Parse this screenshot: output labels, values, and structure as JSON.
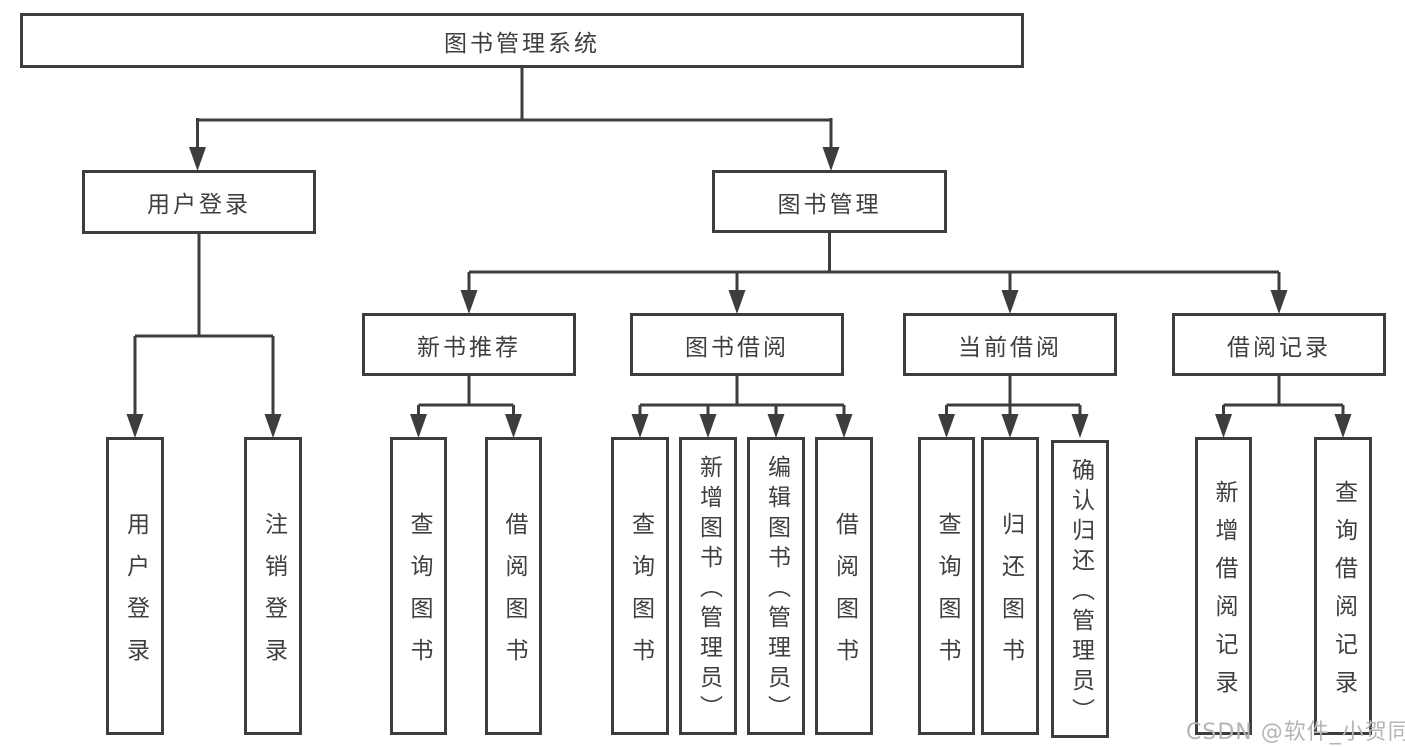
{
  "diagram": {
    "type": "hierarchy-chart",
    "line_color": "#3d3d3d",
    "text_color": "#3f3f3f",
    "background_color": "#ffffff",
    "nodes": {
      "root": {
        "label": "图书管理系统"
      },
      "user_login": {
        "label": "用户登录"
      },
      "book_mgmt": {
        "label": "图书管理"
      },
      "login_user": {
        "label": "用户登录"
      },
      "login_logout": {
        "label": "注销登录"
      },
      "new_rec": {
        "label": "新书推荐"
      },
      "new_rec_query": {
        "label": "查询图书"
      },
      "new_rec_borrow": {
        "label": "借阅图书"
      },
      "borrow": {
        "label": "图书借阅"
      },
      "borrow_query": {
        "label": "查询图书"
      },
      "borrow_add": {
        "label": "新增图书（管理员）"
      },
      "borrow_edit": {
        "label": "编辑图书（管理员）"
      },
      "borrow_do": {
        "label": "借阅图书"
      },
      "current": {
        "label": "当前借阅"
      },
      "current_query": {
        "label": "查询图书"
      },
      "current_return": {
        "label": "归还图书"
      },
      "current_confirm": {
        "label": "确认归还（管理员）"
      },
      "records": {
        "label": "借阅记录"
      },
      "records_add": {
        "label": "新增借阅记录"
      },
      "records_query": {
        "label": "查询借阅记录"
      }
    },
    "edges": [
      [
        "root",
        "user_login"
      ],
      [
        "root",
        "book_mgmt"
      ],
      [
        "user_login",
        "login_user"
      ],
      [
        "user_login",
        "login_logout"
      ],
      [
        "book_mgmt",
        "new_rec"
      ],
      [
        "book_mgmt",
        "borrow"
      ],
      [
        "book_mgmt",
        "current"
      ],
      [
        "book_mgmt",
        "records"
      ],
      [
        "new_rec",
        "new_rec_query"
      ],
      [
        "new_rec",
        "new_rec_borrow"
      ],
      [
        "borrow",
        "borrow_query"
      ],
      [
        "borrow",
        "borrow_add"
      ],
      [
        "borrow",
        "borrow_edit"
      ],
      [
        "borrow",
        "borrow_do"
      ],
      [
        "current",
        "current_query"
      ],
      [
        "current",
        "current_return"
      ],
      [
        "current",
        "current_confirm"
      ],
      [
        "records",
        "records_add"
      ],
      [
        "records",
        "records_query"
      ]
    ],
    "watermark": {
      "text": "CSDN @软件_小贺同学",
      "color": "#b5b5b5"
    }
  }
}
